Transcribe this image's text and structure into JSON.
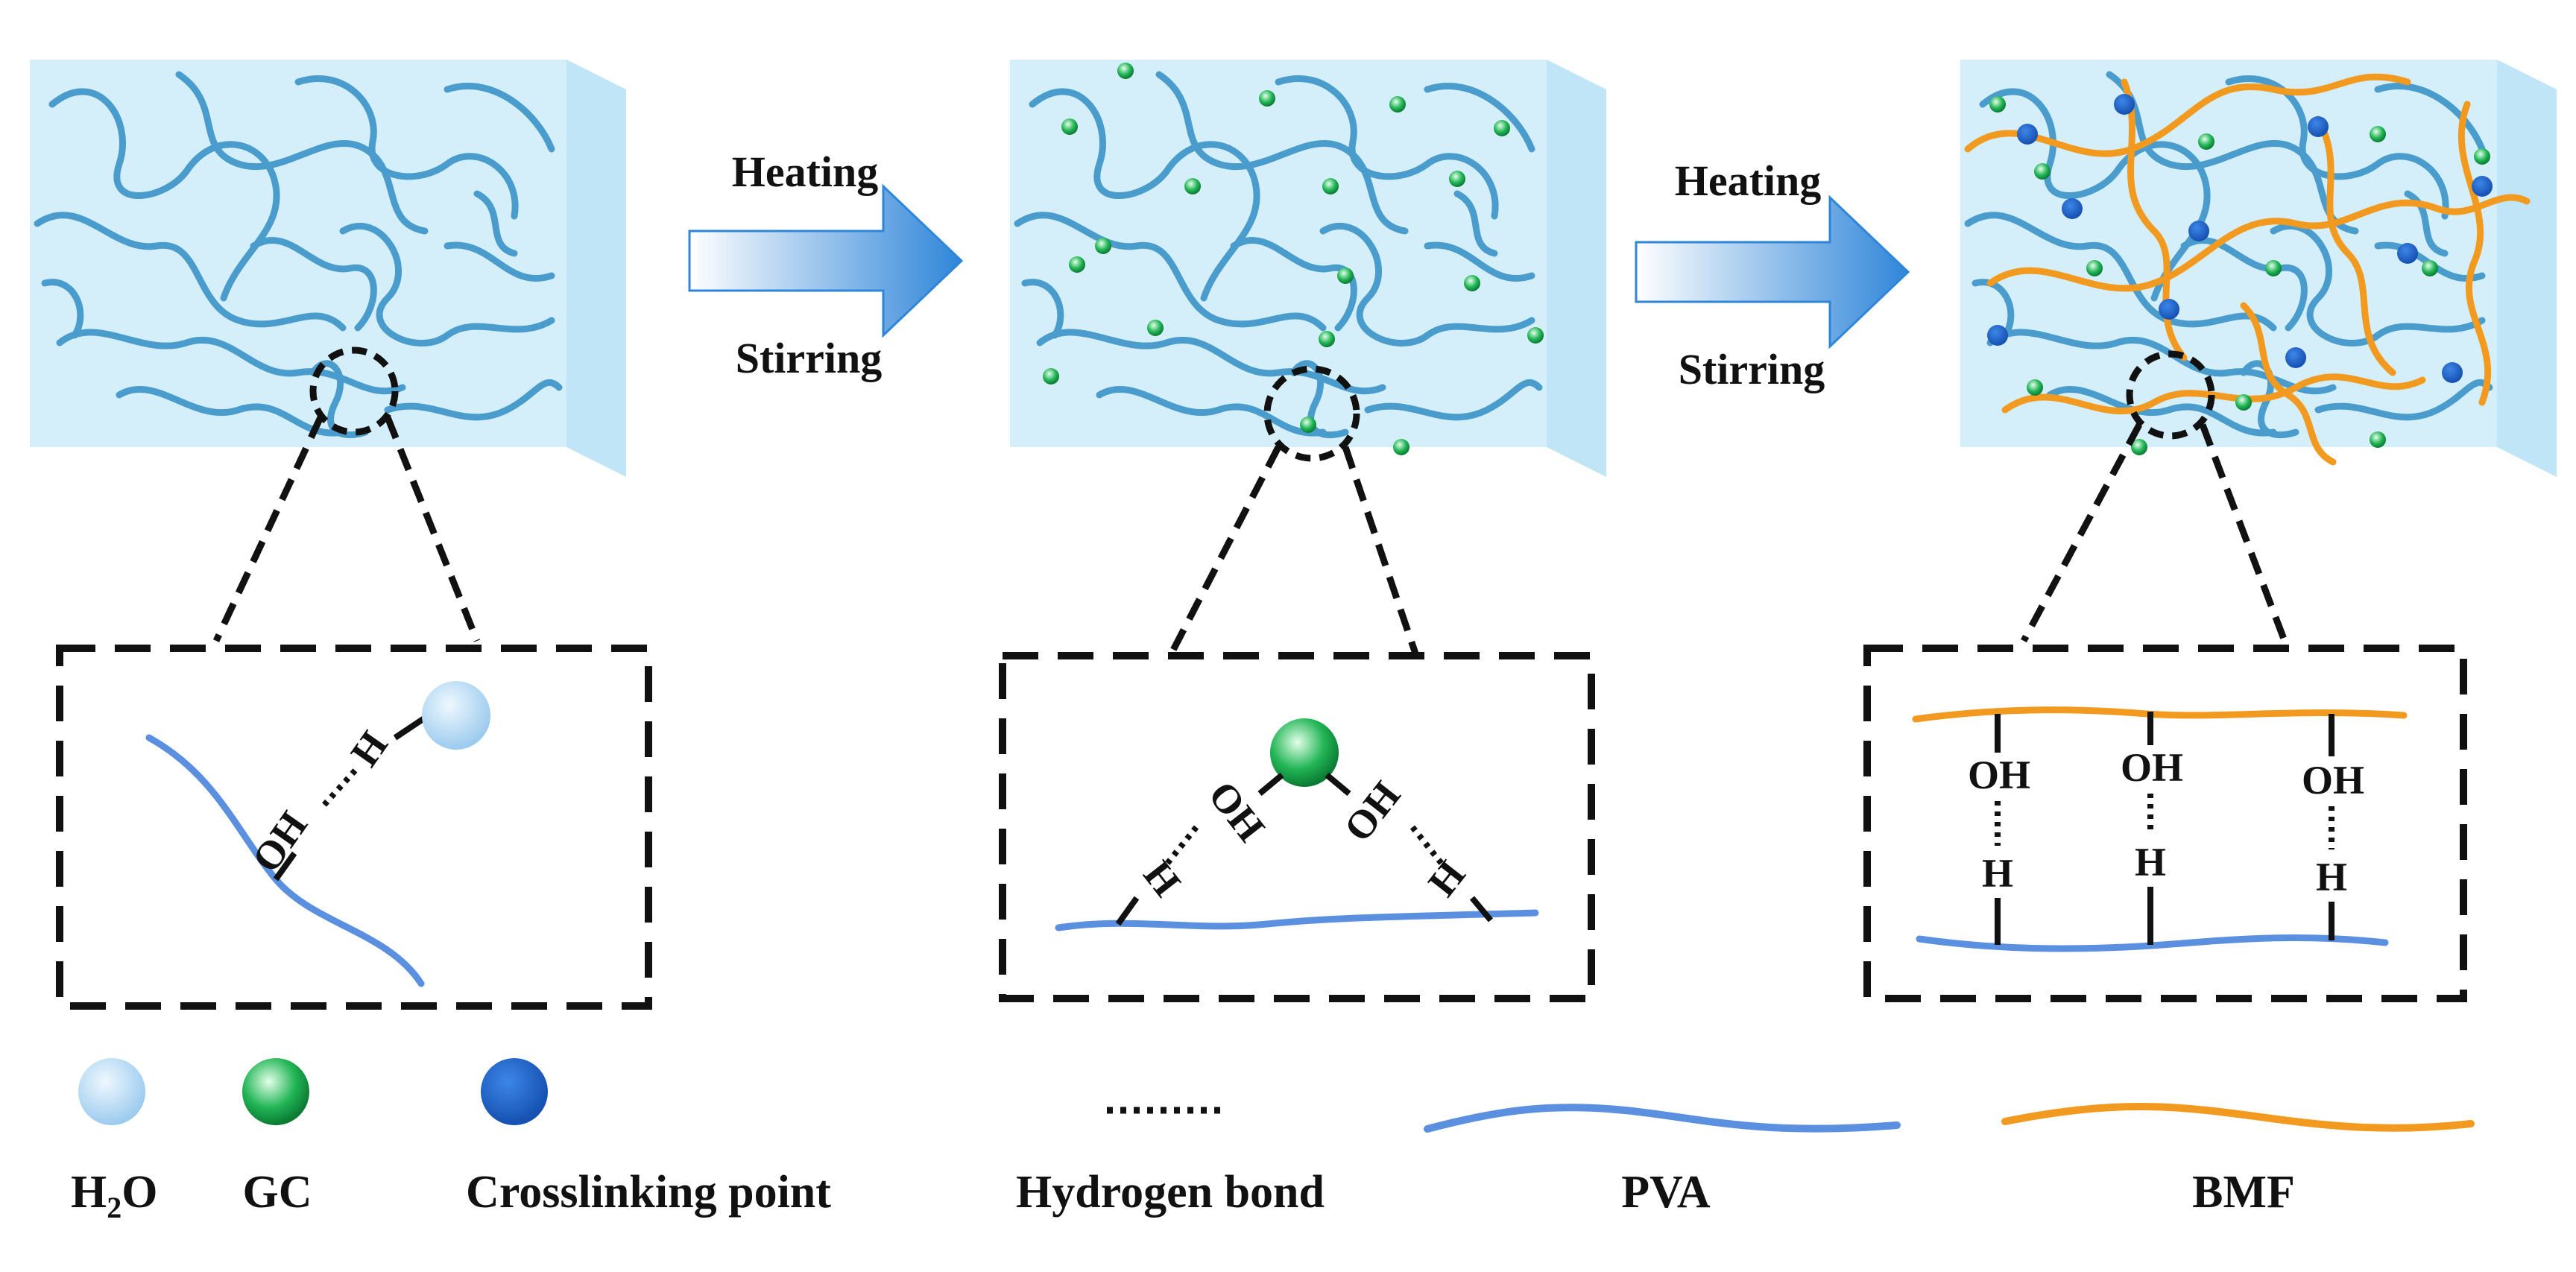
{
  "colors": {
    "pva": "#5b8fe0",
    "bmf": "#f29a1f",
    "chain": "#4a9ccc",
    "gel_front": "#d6f0fb",
    "gel_side": "#bde5f6",
    "water": "#b8dcf4",
    "gc": "#1aa34a",
    "crosslink": "#1a5fc8",
    "arrow": "#2f86d9"
  },
  "steps": [
    {
      "top": "Heating",
      "bottom": "Stirring"
    },
    {
      "top": "Heating",
      "bottom": "Stirring"
    }
  ],
  "insets": {
    "left": {
      "oh": "OH",
      "h": "H"
    },
    "middle": {
      "oh": [
        "OH",
        "OH"
      ],
      "h": [
        "H",
        "H"
      ]
    },
    "right": {
      "oh": [
        "OH",
        "OH",
        "OH"
      ],
      "h": [
        "H",
        "H",
        "H"
      ]
    }
  },
  "legend": {
    "water": {
      "main": "H",
      "sub": "2",
      "end": "O"
    },
    "gc": "GC",
    "crosslink": "Crosslinking point",
    "hbond": "Hydrogen bond",
    "pva": "PVA",
    "bmf": "BMF"
  }
}
